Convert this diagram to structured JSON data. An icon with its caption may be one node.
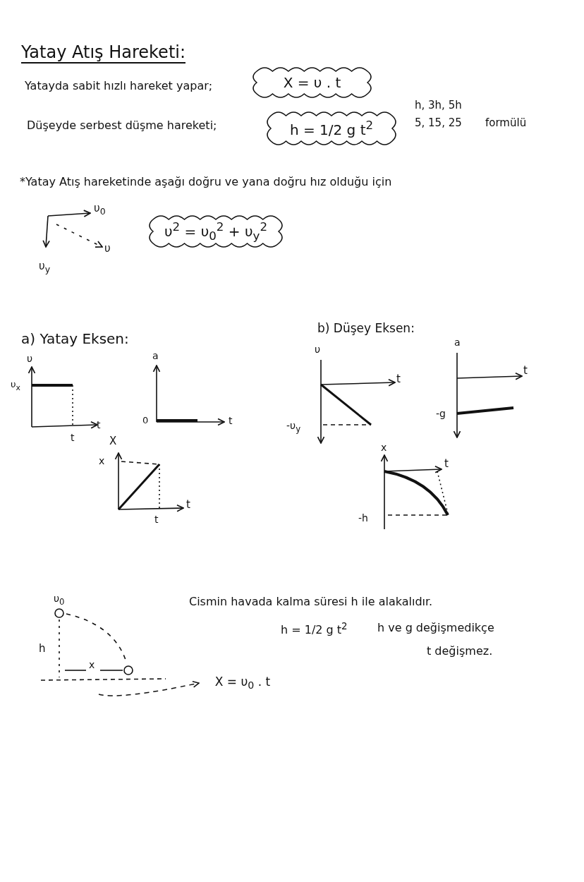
{
  "diagram": {
    "title": "Yatay Atış Hareketi:",
    "nodes": [
      {
        "text": [
          "X = υ . t"
        ]
      },
      {
        "text": [
          "h = 1/2 g t$^{2}$"
        ]
      },
      {
        "text": [
          "υ$^{2}$ = υ$_{0}$$^{2}$ + υ$_{y}$$^{2}$"
        ]
      },
      {
        "text": [
          "X = υ$_{0}$ . t"
        ]
      }
    ],
    "edges": [
      {
        "from": null,
        "to": 3,
        "arrow": "to",
        "style": "dashed"
      }
    ],
    "labels": [
      "Yatayda sabit hızlı hareket yapar;",
      "Düşeyde serbest düşme hareketi;",
      "h, 3h, 5h",
      "5, 15, 25",
      "formülü",
      "*Yatay Atış hareketinde aşağı doğru ve yana doğru hız olduğu için",
      "υ$_{0}$",
      "υ",
      "υ$_{y}$",
      "a) Yatay Eksen:",
      "b) Düşey Eksen:",
      "υ",
      "υ$_{x}$",
      "t",
      "t",
      "a",
      "0",
      "t",
      "X",
      "x",
      "t",
      "t",
      "υ",
      "t",
      "-υ$_{y}$",
      "a",
      "t",
      "-g",
      "x",
      "t",
      "-h",
      "υ$_{0}$",
      "h",
      "x",
      "Cismin havada kalma süresi h ile alakalıdır.",
      "h = 1/2 g t$^{2}$",
      "h ve g değişmedikçe",
      "t değişmez."
    ]
  }
}
